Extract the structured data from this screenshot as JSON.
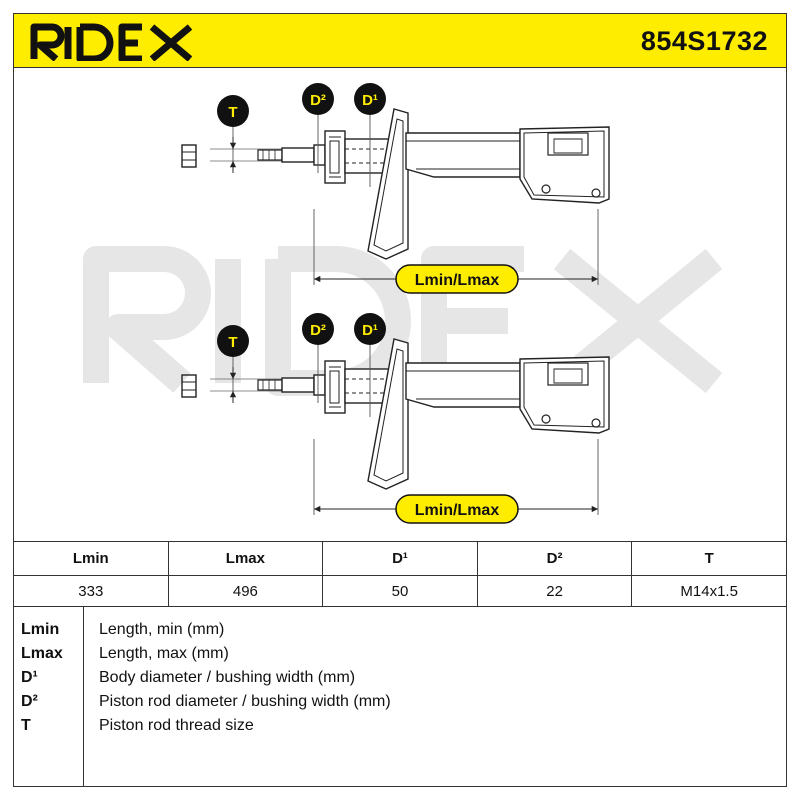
{
  "header": {
    "brand": "RIDEX",
    "part_number": "854S1732",
    "background_color": "#ffed00"
  },
  "diagram": {
    "watermark": "RIDEX",
    "markers": {
      "thread": "T",
      "rod_diameter": "D²",
      "body_diameter": "D¹",
      "length": "Lmin/Lmax"
    },
    "views": 2
  },
  "table": {
    "headers": [
      "Lmin",
      "Lmax",
      "D¹",
      "D²",
      "T"
    ],
    "values": [
      "333",
      "496",
      "50",
      "22",
      "M14x1.5"
    ]
  },
  "legend": [
    {
      "key": "Lmin",
      "description": "Length, min (mm)"
    },
    {
      "key": "Lmax",
      "description": "Length, max (mm)"
    },
    {
      "key": "D¹",
      "description": "Body diameter / bushing width (mm)"
    },
    {
      "key": "D²",
      "description": "Piston rod diameter / bushing width (mm)"
    },
    {
      "key": "T",
      "description": "Piston rod thread size"
    }
  ]
}
